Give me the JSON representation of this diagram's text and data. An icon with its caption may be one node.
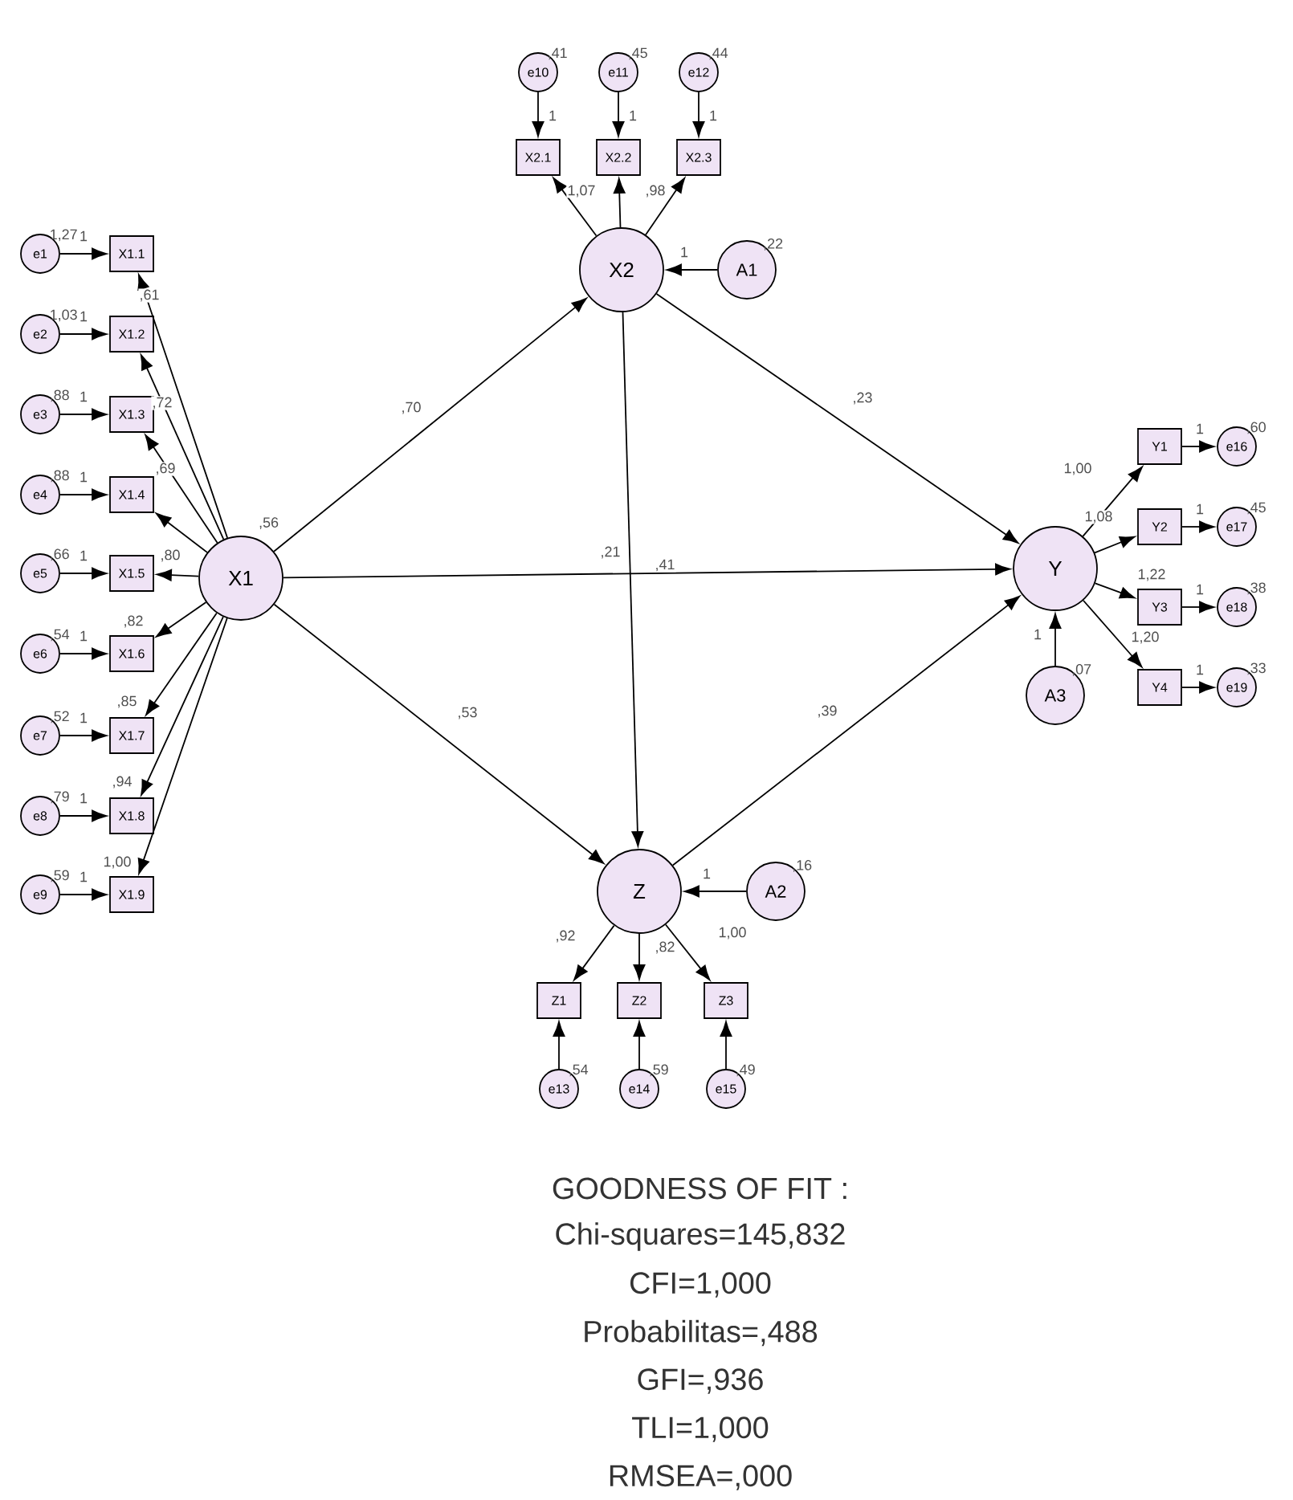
{
  "diagram": {
    "title": "GOODNESS OF FIT :",
    "nodes": [
      {
        "text": [
          "X1"
        ],
        "beside": [
          ",56"
        ]
      },
      {
        "text": [
          "X1.1"
        ]
      },
      {
        "text": [
          "X1.2"
        ]
      },
      {
        "text": [
          "X1.3"
        ]
      },
      {
        "text": [
          "X1.4"
        ]
      },
      {
        "text": [
          "X1.5"
        ]
      },
      {
        "text": [
          "X1.6"
        ]
      },
      {
        "text": [
          "X1.7"
        ]
      },
      {
        "text": [
          "X1.8"
        ]
      },
      {
        "text": [
          "X1.9"
        ]
      },
      {
        "text": [
          "e1"
        ],
        "beside": [
          "1,27"
        ]
      },
      {
        "text": [
          "e2"
        ],
        "beside": [
          "1,03"
        ]
      },
      {
        "text": [
          "e3"
        ],
        "beside": [
          ",88"
        ]
      },
      {
        "text": [
          "e4"
        ],
        "beside": [
          ",88"
        ]
      },
      {
        "text": [
          "e5"
        ],
        "beside": [
          ",66"
        ]
      },
      {
        "text": [
          "e6"
        ],
        "beside": [
          ",54"
        ]
      },
      {
        "text": [
          "e7"
        ],
        "beside": [
          ",52"
        ]
      },
      {
        "text": [
          "e8"
        ],
        "beside": [
          ",79"
        ]
      },
      {
        "text": [
          "e9"
        ],
        "beside": [
          ",59"
        ]
      },
      {
        "text": [
          "X2"
        ]
      },
      {
        "text": [
          "X2.1"
        ]
      },
      {
        "text": [
          "X2.2"
        ]
      },
      {
        "text": [
          "X2.3"
        ]
      },
      {
        "text": [
          "e10"
        ],
        "beside": [
          ",41"
        ]
      },
      {
        "text": [
          "e11"
        ],
        "beside": [
          ",45"
        ]
      },
      {
        "text": [
          "e12"
        ],
        "beside": [
          ",44"
        ]
      },
      {
        "text": [
          "A1"
        ],
        "beside": [
          ",22"
        ]
      },
      {
        "text": [
          "Y"
        ]
      },
      {
        "text": [
          "Y1"
        ]
      },
      {
        "text": [
          "Y2"
        ]
      },
      {
        "text": [
          "Y3"
        ]
      },
      {
        "text": [
          "Y4"
        ]
      },
      {
        "text": [
          "e16"
        ],
        "beside": [
          ",60"
        ]
      },
      {
        "text": [
          "e17"
        ],
        "beside": [
          ",45"
        ]
      },
      {
        "text": [
          "e18"
        ],
        "beside": [
          ",38"
        ]
      },
      {
        "text": [
          "e19"
        ],
        "beside": [
          ",33"
        ]
      },
      {
        "text": [
          "A3"
        ],
        "beside": [
          ",07"
        ]
      },
      {
        "text": [
          "Z"
        ]
      },
      {
        "text": [
          "Z1"
        ]
      },
      {
        "text": [
          "Z2"
        ]
      },
      {
        "text": [
          "Z3"
        ]
      },
      {
        "text": [
          "e13"
        ],
        "beside": [
          ",54"
        ]
      },
      {
        "text": [
          "e14"
        ],
        "beside": [
          ",59"
        ]
      },
      {
        "text": [
          "e15"
        ],
        "beside": [
          ",49"
        ]
      },
      {
        "text": [
          "A2"
        ],
        "beside": [
          ",16"
        ]
      }
    ],
    "edges": [
      {
        "from": 10,
        "to": 1,
        "arrow": "to",
        "label": "1"
      },
      {
        "from": 11,
        "to": 2,
        "arrow": "to",
        "label": "1"
      },
      {
        "from": 12,
        "to": 3,
        "arrow": "to",
        "label": "1"
      },
      {
        "from": 13,
        "to": 4,
        "arrow": "to",
        "label": "1"
      },
      {
        "from": 14,
        "to": 5,
        "arrow": "to",
        "label": "1"
      },
      {
        "from": 15,
        "to": 6,
        "arrow": "to",
        "label": "1"
      },
      {
        "from": 16,
        "to": 7,
        "arrow": "to",
        "label": "1"
      },
      {
        "from": 17,
        "to": 8,
        "arrow": "to",
        "label": "1"
      },
      {
        "from": 18,
        "to": 9,
        "arrow": "to",
        "label": "1"
      },
      {
        "from": 0,
        "to": 1,
        "arrow": "to",
        "label": ",61"
      },
      {
        "from": 0,
        "to": 2,
        "arrow": "to",
        "label": ",72"
      },
      {
        "from": 0,
        "to": 3,
        "arrow": "to",
        "label": ",69"
      },
      {
        "from": 0,
        "to": 4,
        "arrow": "to"
      },
      {
        "from": 0,
        "to": 5,
        "arrow": "to",
        "label": ",80"
      },
      {
        "from": 0,
        "to": 6,
        "arrow": "to",
        "label": ",82"
      },
      {
        "from": 0,
        "to": 7,
        "arrow": "to",
        "label": ",85"
      },
      {
        "from": 0,
        "to": 8,
        "arrow": "to",
        "label": ",94"
      },
      {
        "from": 0,
        "to": 9,
        "arrow": "to",
        "label": "1,00"
      },
      {
        "from": 0,
        "to": 19,
        "arrow": "to",
        "label": ",70"
      },
      {
        "from": 0,
        "to": 27,
        "arrow": "to",
        "label": ",41"
      },
      {
        "from": 0,
        "to": 37,
        "arrow": "to",
        "label": ",53"
      },
      {
        "from": 19,
        "to": 27,
        "arrow": "to",
        "label": ",23"
      },
      {
        "from": 19,
        "to": 37,
        "arrow": "to",
        "label": ",21"
      },
      {
        "from": 37,
        "to": 27,
        "arrow": "to",
        "label": ",39"
      },
      {
        "from": 26,
        "to": 19,
        "arrow": "to",
        "label": "1"
      },
      {
        "from": 23,
        "to": 20,
        "arrow": "to",
        "label": "1"
      },
      {
        "from": 24,
        "to": 21,
        "arrow": "to",
        "label": "1"
      },
      {
        "from": 25,
        "to": 22,
        "arrow": "to",
        "label": "1"
      },
      {
        "from": 19,
        "to": 20,
        "arrow": "to",
        "label": "1,07"
      },
      {
        "from": 19,
        "to": 21,
        "arrow": "to"
      },
      {
        "from": 19,
        "to": 22,
        "arrow": "to",
        "label": ",98"
      },
      {
        "from": 36,
        "to": 27,
        "arrow": "to",
        "label": "1"
      },
      {
        "from": 27,
        "to": 28,
        "arrow": "to",
        "label": "1,00"
      },
      {
        "from": 27,
        "to": 29,
        "arrow": "to",
        "label": "1,08"
      },
      {
        "from": 27,
        "to": 30,
        "arrow": "to",
        "label": "1,22"
      },
      {
        "from": 27,
        "to": 31,
        "arrow": "to",
        "label": "1,20"
      },
      {
        "from": 28,
        "to": 32,
        "arrow": "to",
        "label": "1"
      },
      {
        "from": 29,
        "to": 33,
        "arrow": "to",
        "label": "1"
      },
      {
        "from": 30,
        "to": 34,
        "arrow": "to",
        "label": "1"
      },
      {
        "from": 31,
        "to": 35,
        "arrow": "to",
        "label": "1"
      },
      {
        "from": 44,
        "to": 37,
        "arrow": "to",
        "label": "1"
      },
      {
        "from": 37,
        "to": 38,
        "arrow": "to",
        "label": ",92"
      },
      {
        "from": 37,
        "to": 39,
        "arrow": "to",
        "label": ",82"
      },
      {
        "from": 37,
        "to": 40,
        "arrow": "to",
        "label": "1,00"
      },
      {
        "from": 41,
        "to": 38,
        "arrow": "to"
      },
      {
        "from": 42,
        "to": 39,
        "arrow": "to"
      },
      {
        "from": 43,
        "to": 40,
        "arrow": "to"
      }
    ],
    "labels": [
      "Chi-squares=145,832",
      "CFI=1,000",
      "Probabilitas=,488",
      "GFI=,936",
      "TLI=1,000",
      "RMSEA=,000"
    ]
  }
}
